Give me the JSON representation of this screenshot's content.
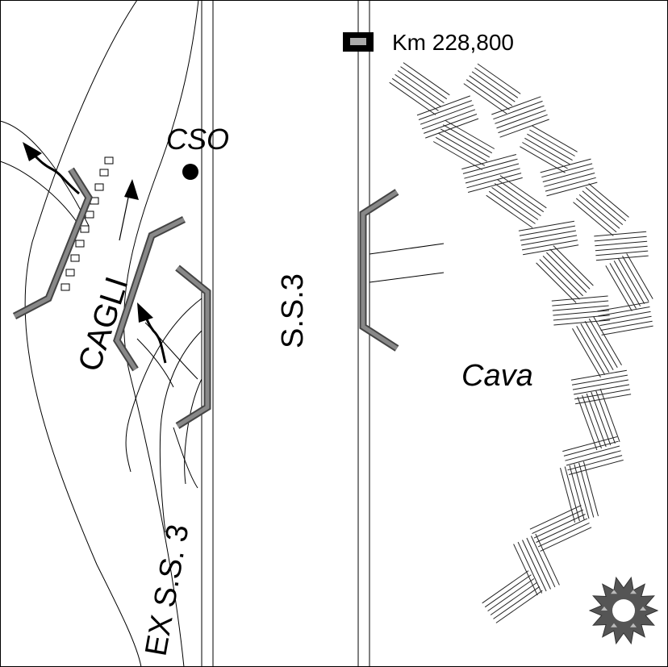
{
  "labels": {
    "km_marker": "Km 228,800",
    "station": "CSO",
    "main_road": "S.S.3",
    "old_road": "EX S.S. 3",
    "town": "CAGLI",
    "quarry": "Cava"
  },
  "colors": {
    "guardrail_dark": "#444444",
    "guardrail_light": "#888888",
    "ink": "#000000",
    "background": "#ffffff"
  },
  "icons": [
    "km-marker-icon",
    "station-dot-icon",
    "flow-arrow-icon",
    "compass-rose-icon"
  ]
}
